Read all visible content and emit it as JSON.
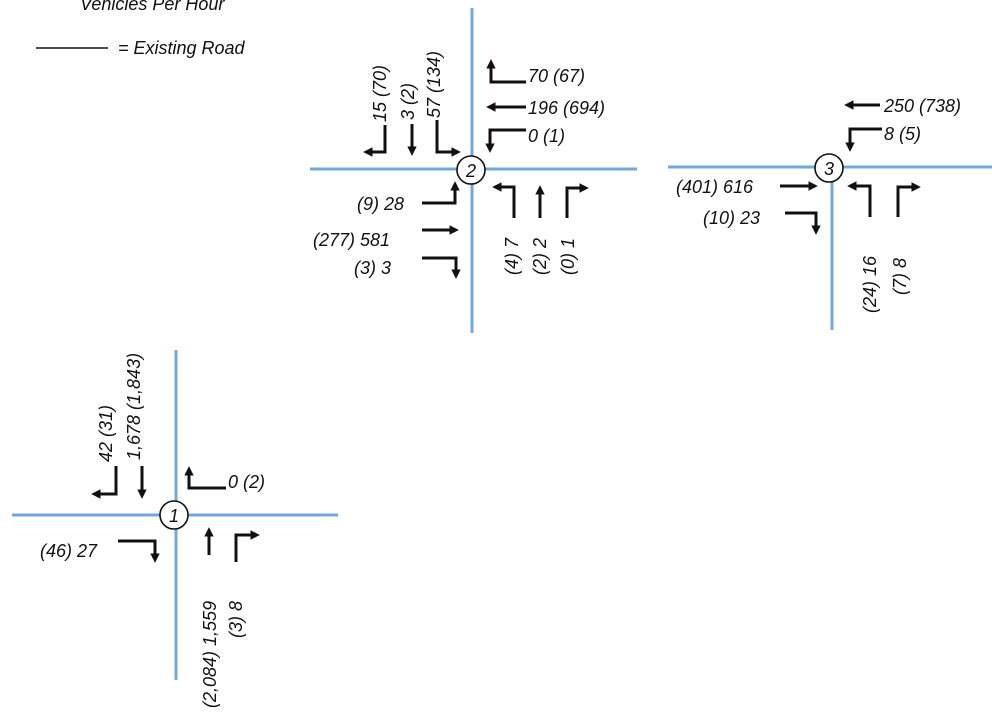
{
  "legend": {
    "units_label": "Vehicles Per Hour",
    "road_label": "= Existing Road"
  },
  "colors": {
    "road": "#6fa8dc",
    "arrows": "#111111"
  },
  "intersections": [
    {
      "id": "1",
      "volumes": {
        "southbound_right": "42 (31)",
        "southbound_through": "1,678 (1,843)",
        "westbound_left": "0 (2)",
        "eastbound_right": "(46) 27",
        "northbound_through": "(2,084) 1,559",
        "northbound_right": "(3) 8"
      }
    },
    {
      "id": "2",
      "volumes": {
        "southbound_right": "15 (70)",
        "southbound_through": "3 (2)",
        "southbound_left": "57 (134)",
        "westbound_right": "70 (67)",
        "westbound_through": "196 (694)",
        "westbound_left": "0 (1)",
        "eastbound_left": "(9) 28",
        "eastbound_through": "(277) 581",
        "eastbound_right": "(3) 3",
        "northbound_left": "(4) 7",
        "northbound_through": "(2) 2",
        "northbound_right": "(0) 1"
      }
    },
    {
      "id": "3",
      "volumes": {
        "westbound_through": "250 (738)",
        "westbound_left": "8 (5)",
        "eastbound_through": "(401) 616",
        "eastbound_right": "(10) 23",
        "northbound_left": "(24) 16",
        "northbound_right": "(7) 8"
      }
    }
  ]
}
